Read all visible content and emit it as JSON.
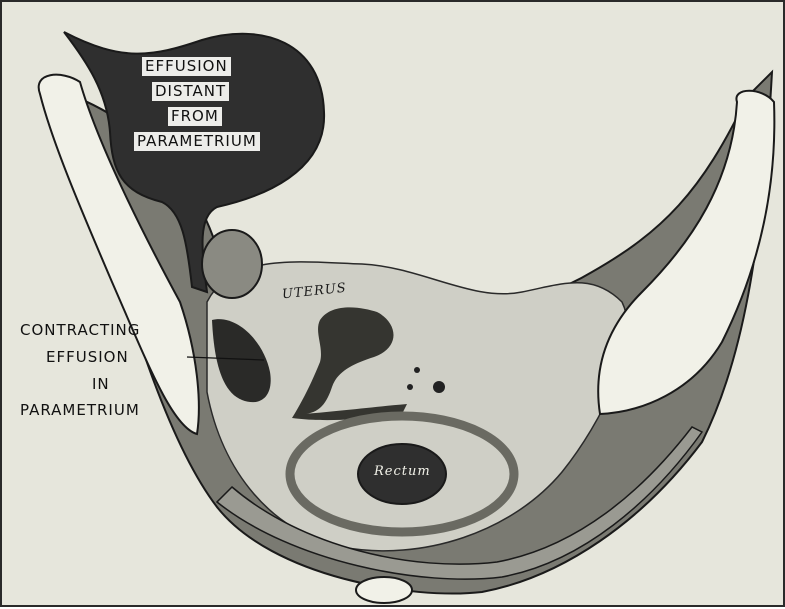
{
  "labels": {
    "effusion_distant": [
      "EFFUSION",
      "DISTANT",
      "FROM",
      "PARAMETRIUM"
    ],
    "contracting_effusion": [
      "CONTRACTING",
      "EFFUSION",
      "IN",
      "PARAMETRIUM"
    ],
    "uterus": "UTERUS",
    "rectum": "Rectum"
  },
  "colors": {
    "background": "#e6e6dc",
    "effusion_dark": "#2f2f2f",
    "bone": "#f1f1e8",
    "muscle": "#5a5a55",
    "cavity": "#cfcfc6"
  }
}
